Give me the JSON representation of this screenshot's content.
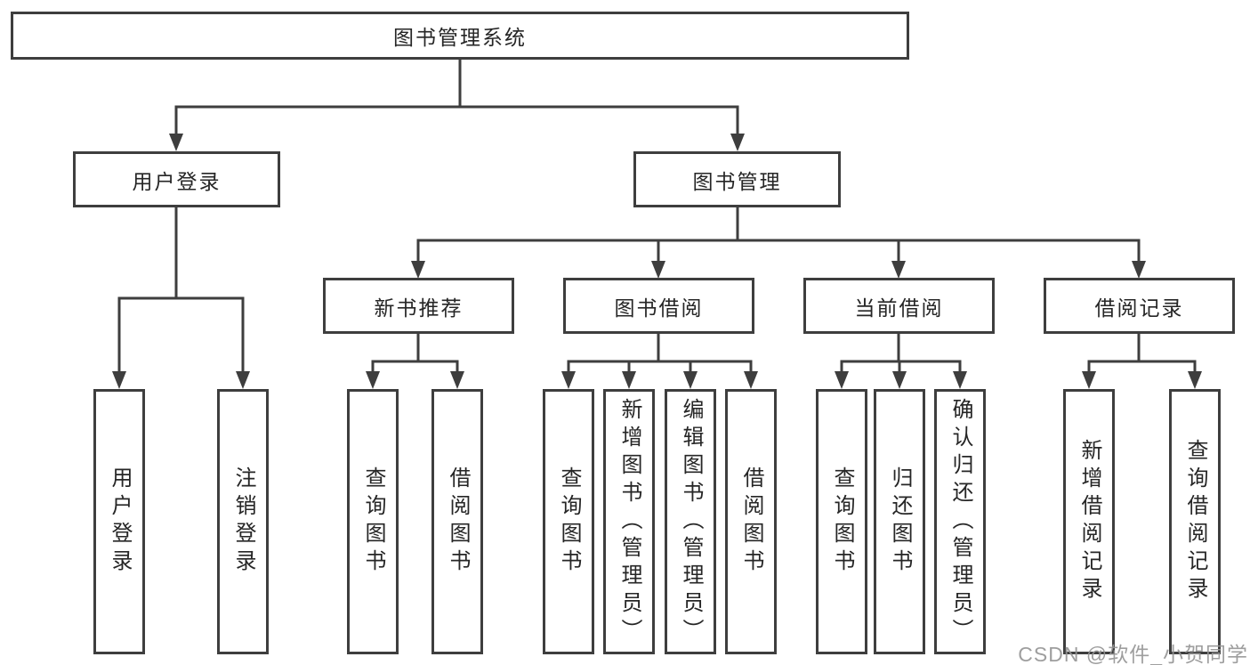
{
  "tree": {
    "root": {
      "label": "图书管理系统"
    },
    "branches": [
      {
        "label": "用户登录",
        "children": [
          {
            "label": "用户登录"
          },
          {
            "label": "注销登录"
          }
        ]
      },
      {
        "label": "图书管理",
        "groups": [
          {
            "label": "新书推荐",
            "children": [
              {
                "label": "查询图书"
              },
              {
                "label": "借阅图书"
              }
            ]
          },
          {
            "label": "图书借阅",
            "children": [
              {
                "label": "查询图书"
              },
              {
                "label": "新增图书（管理员）"
              },
              {
                "label": "编辑图书（管理员）"
              },
              {
                "label": "借阅图书"
              }
            ]
          },
          {
            "label": "当前借阅",
            "children": [
              {
                "label": "查询图书"
              },
              {
                "label": "归还图书"
              },
              {
                "label": "确认归还（管理员）"
              }
            ]
          },
          {
            "label": "借阅记录",
            "children": [
              {
                "label": "新增借阅记录"
              },
              {
                "label": "查询借阅记录"
              }
            ]
          }
        ]
      }
    ]
  },
  "watermark": {
    "text": "CSDN @软件_小贺同学"
  },
  "colors": {
    "line": "#3e3e3e",
    "text": "#262626",
    "watermark": "#949494",
    "background": "#ffffff"
  }
}
